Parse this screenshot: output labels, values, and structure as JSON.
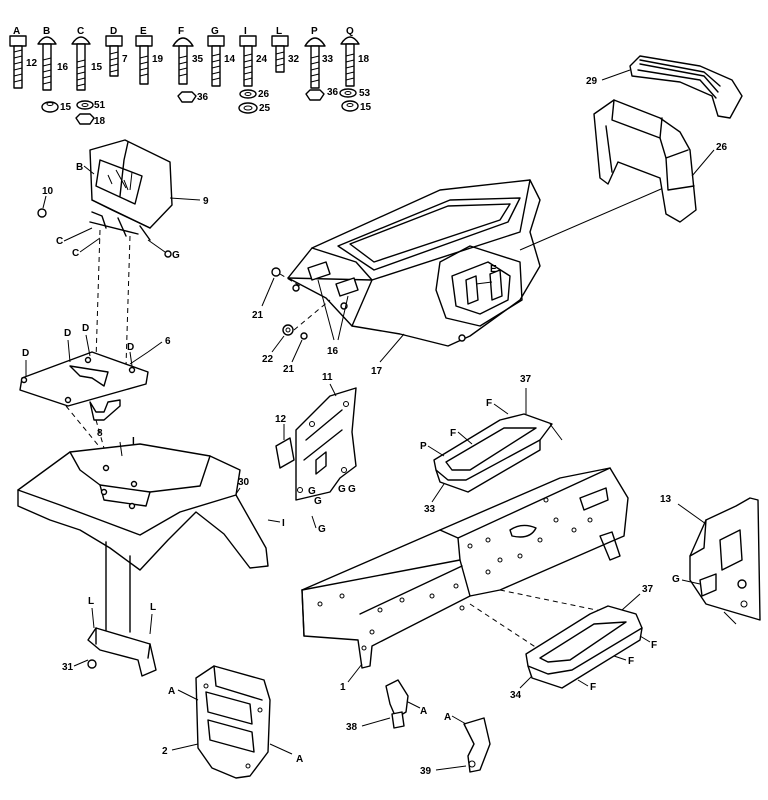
{
  "diagram": {
    "hardware_letters": [
      "A",
      "B",
      "C",
      "D",
      "E",
      "F",
      "G",
      "I",
      "L",
      "P",
      "Q"
    ],
    "hardware_qty": [
      "12",
      "16",
      "15",
      "7",
      "19",
      "35",
      "14",
      "24",
      "32",
      "33",
      "18"
    ],
    "washer_labels": [
      "15",
      "51",
      "18",
      "36",
      "26",
      "25",
      "36",
      "53",
      "15"
    ],
    "part_numbers": {
      "p1": "1",
      "p2": "2",
      "p6": "6",
      "p8": "8",
      "p9": "9",
      "p10": "10",
      "p11": "11",
      "p12": "12",
      "p13": "13",
      "p16": "16",
      "p17": "17",
      "p21a": "21",
      "p21b": "21",
      "p22": "22",
      "p26": "26",
      "p29": "29",
      "p30": "30",
      "p31": "31",
      "p33": "33",
      "p34": "34",
      "p37a": "37",
      "p37b": "37",
      "p38": "38",
      "p39": "39"
    },
    "letter_refs": {
      "B": "B",
      "C1": "C",
      "C2": "C",
      "G9": "G",
      "D1": "D",
      "D2": "D",
      "D3": "D",
      "D4": "D",
      "E": "E",
      "I1": "I",
      "I2": "I",
      "L1": "L",
      "L2": "L",
      "A1": "A",
      "A2": "A",
      "A3": "A",
      "A4": "A",
      "G1": "G",
      "G2": "G",
      "G3": "G",
      "G4": "G",
      "G5": "G",
      "G6": "G",
      "F1": "F",
      "F2": "F",
      "F3": "F",
      "F4": "F",
      "F5": "F",
      "P": "P"
    }
  }
}
